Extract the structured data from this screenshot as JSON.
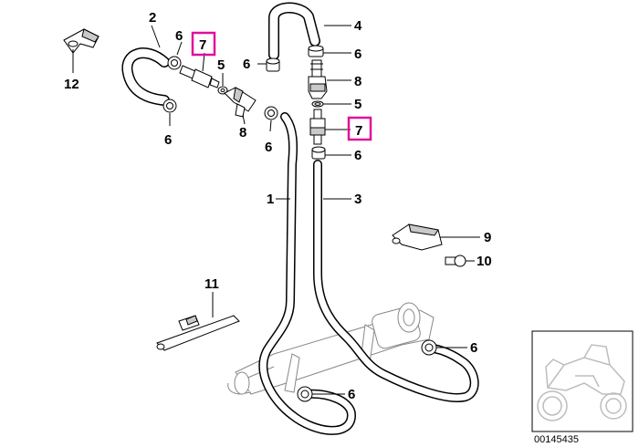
{
  "callouts": {
    "c1": "1",
    "c2": "2",
    "c3": "3",
    "c4": "4",
    "c5a": "5",
    "c5b": "5",
    "c6a": "6",
    "c6b": "6",
    "c6c": "6",
    "c6d": "6",
    "c6e": "6",
    "c6f": "6",
    "c6g": "6",
    "c6h": "6",
    "c7a": "7",
    "c7b": "7",
    "c8a": "8",
    "c8b": "8",
    "c9": "9",
    "c10": "10",
    "c11": "11",
    "c12": "12"
  },
  "highlight_color": "#e0109a",
  "document_number": "00145435"
}
